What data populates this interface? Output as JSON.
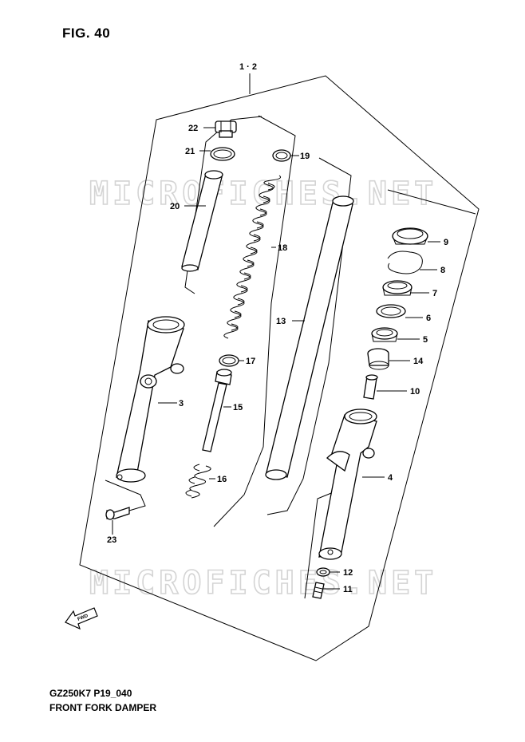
{
  "figure": {
    "title": "FIG. 40"
  },
  "footer": {
    "code": "GZ250K7 P19_040",
    "caption": "FRONT FORK  DAMPER"
  },
  "watermark": {
    "text": "MICROFICHES.NET"
  },
  "fwd_label": "FWD",
  "callouts": {
    "c12_top": "1 · 2",
    "c3": "3",
    "c4": "4",
    "c5": "5",
    "c6": "6",
    "c7": "7",
    "c8": "8",
    "c9": "9",
    "c10": "10",
    "c11": "11",
    "c12": "12",
    "c13": "13",
    "c14": "14",
    "c15": "15",
    "c16": "16",
    "c17": "17",
    "c18": "18",
    "c19": "19",
    "c20": "20",
    "c21": "21",
    "c22": "22",
    "c23": "23"
  },
  "colors": {
    "line": "#000000",
    "watermark": "#d4d4d4",
    "background": "#ffffff"
  }
}
